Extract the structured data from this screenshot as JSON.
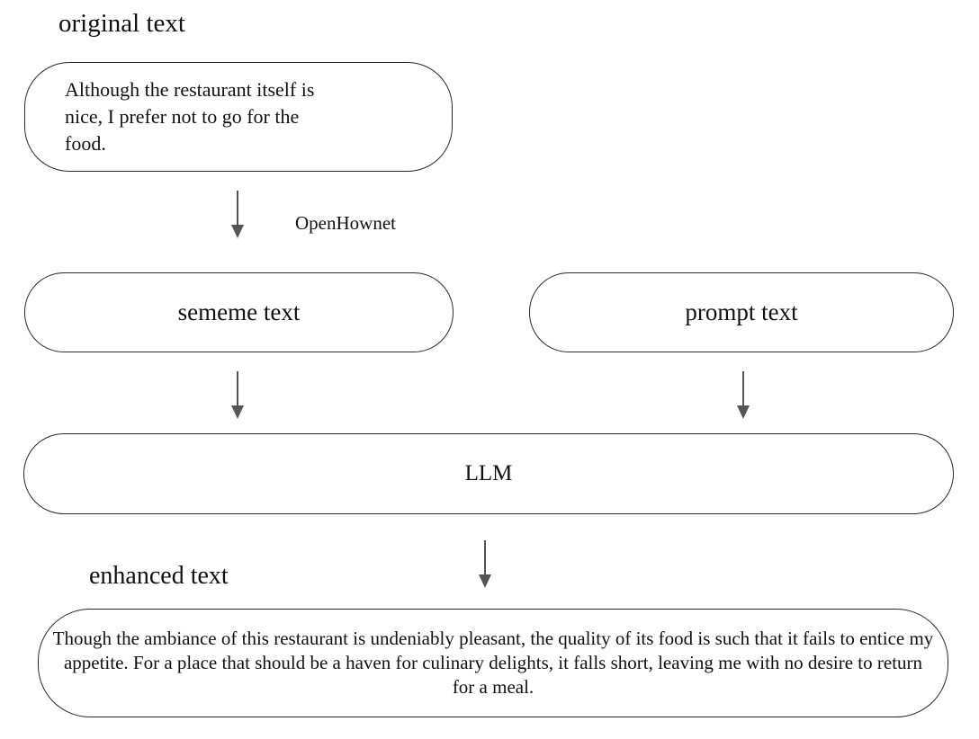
{
  "diagram": {
    "original": {
      "title": "original text",
      "text": "Although the restaurant itself is\nnice, I prefer not to go for the\nfood."
    },
    "edge_label": "OpenHownet",
    "sememe": {
      "label": "sememe text"
    },
    "prompt": {
      "label": "prompt text"
    },
    "llm": {
      "label": "LLM"
    },
    "enhanced": {
      "title": "enhanced text",
      "text": "Though the ambiance of this restaurant is undeniably pleasant, the quality of its food is such that it fails to entice my appetite. For a place that should be a haven for culinary delights, it falls short, leaving me with no desire to return for a meal."
    }
  },
  "colors": {
    "stroke": "#2b2b2b",
    "arrow": "#555555",
    "text": "#111111",
    "background": "#ffffff"
  }
}
